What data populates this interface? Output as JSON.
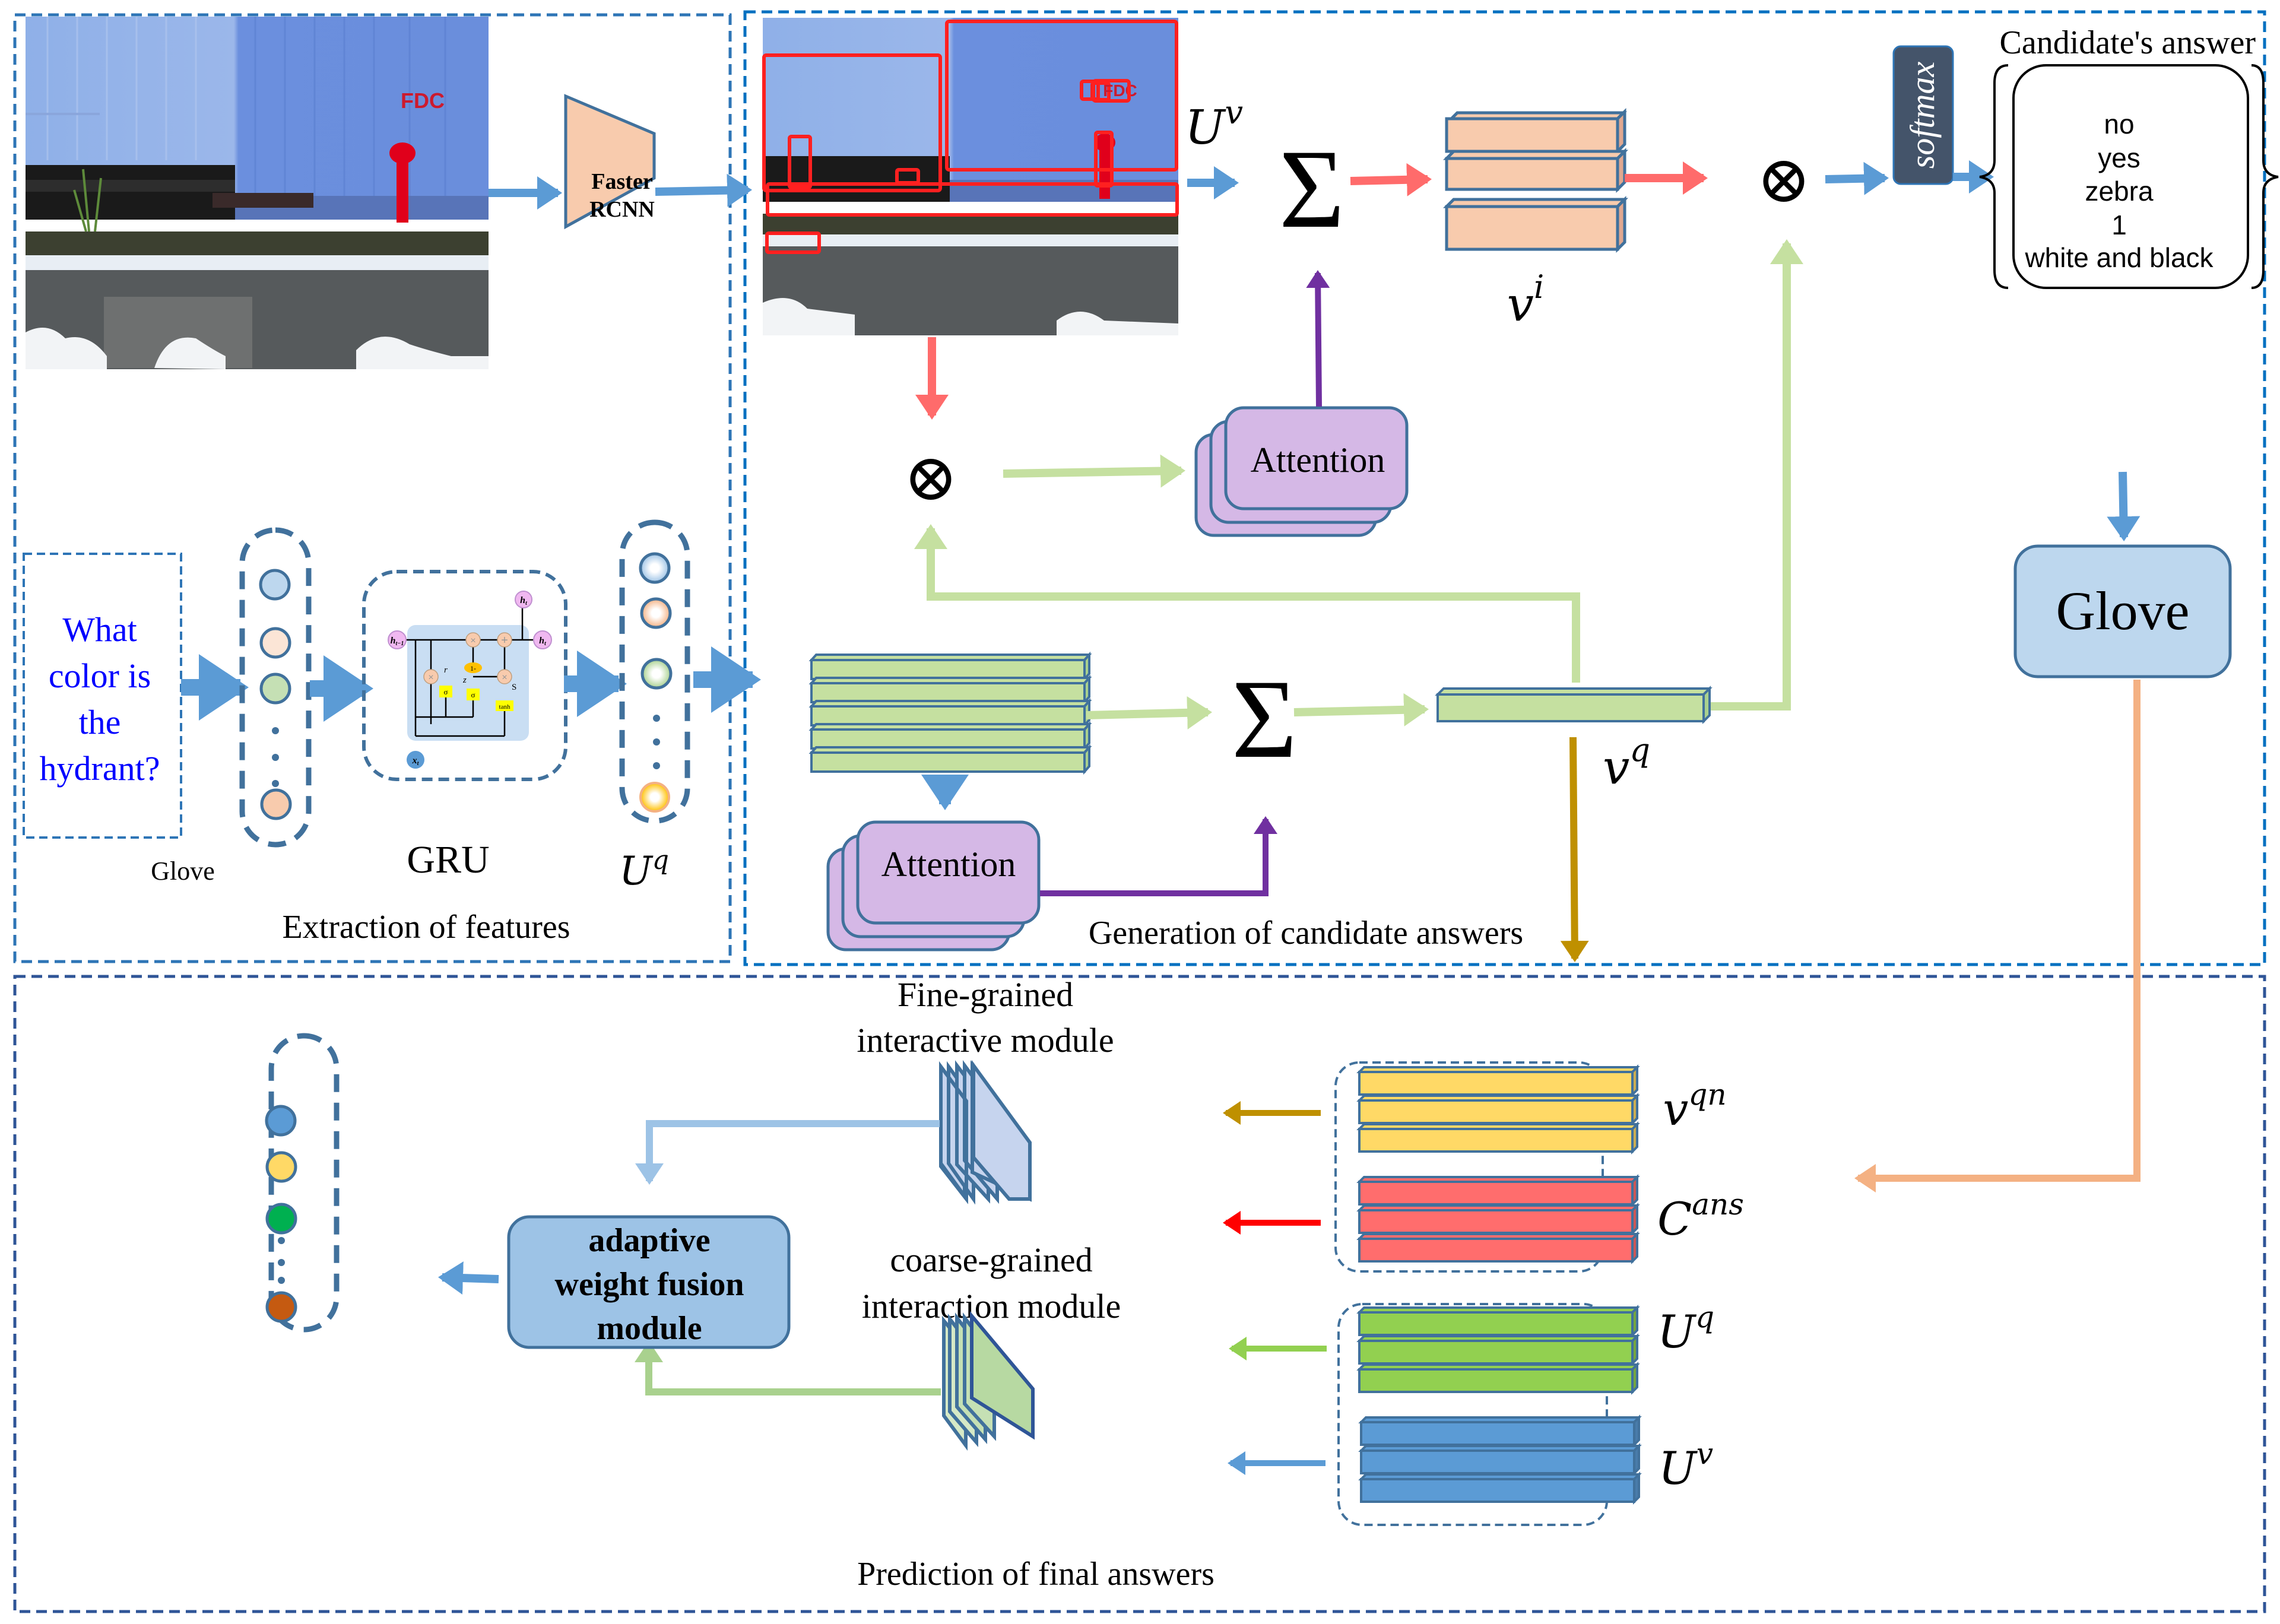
{
  "panels": {
    "extraction": {
      "title": "Extraction of features"
    },
    "generation": {
      "title": "Generation of candidate answers"
    },
    "prediction": {
      "title": "Prediction of final answers"
    }
  },
  "extraction": {
    "question": [
      "What",
      "color is",
      "the",
      "hydrant?"
    ],
    "glove_label": "Glove",
    "gru_label": "GRU",
    "uq_label": "U",
    "uq_sup": "q",
    "gru_cell": {
      "h_prev": "h",
      "h_prev_sub": "t−1",
      "h_t": "h",
      "h_t_sub": "t",
      "x_t": "x",
      "x_t_sub": "t",
      "r_t": "r",
      "z_t": "z",
      "s_t": "S",
      "one_minus": "1-",
      "sigma": "σ",
      "tanh": "tanh",
      "times": "×",
      "plus": "+"
    },
    "faster_rcnn": [
      "Faster",
      "RCNN"
    ],
    "photo_sign": "FDC"
  },
  "generation": {
    "uv_label": "U",
    "uv_sup": "v",
    "vi_label": "v",
    "vi_sup": "i",
    "vq_label": "v",
    "vq_sup": "q",
    "sum_symbol": "Σ",
    "otimes_symbol": "⊗",
    "attention_label": "Attention",
    "softmax_label": "softmax",
    "candidate_title": "Candidate's answer",
    "candidates": [
      "no",
      "yes",
      "zebra",
      "1",
      "white and black"
    ],
    "glove_label": "Glove"
  },
  "prediction": {
    "fine_label": [
      "Fine-grained",
      "interactive module"
    ],
    "coarse_label": [
      "coarse-grained",
      "interaction module"
    ],
    "fusion_label": [
      "adaptive",
      "weight fusion",
      "module"
    ],
    "features": [
      {
        "base": "v",
        "sup": "qn",
        "color": "#ffd966"
      },
      {
        "base": "C",
        "sup": "ans",
        "color": "#ff6d6d"
      },
      {
        "base": "U",
        "sup": "q",
        "color": "#92d050"
      },
      {
        "base": "U",
        "sup": "v",
        "color": "#5b9bd5"
      }
    ],
    "output_dots": [
      "#5b9bd5",
      "#ffd966",
      "#00b050",
      "#c55a11"
    ]
  },
  "colors": {
    "panel_border": "#2e75b6",
    "stroke": "#41719c",
    "arrow_blue": "#5b9bd5",
    "arrow_red": "#ff6b6b",
    "arrow_green": "#c5e0a0",
    "arrow_purple": "#7030a0",
    "arrow_gold": "#bf9000",
    "arrow_orange": "#f4b183",
    "peach": "#f8cbad",
    "lavender": "#d5b8e6",
    "glove_box": "#bdd7ee",
    "softmax_box": "#44546a",
    "question_text": "#0000ff"
  }
}
